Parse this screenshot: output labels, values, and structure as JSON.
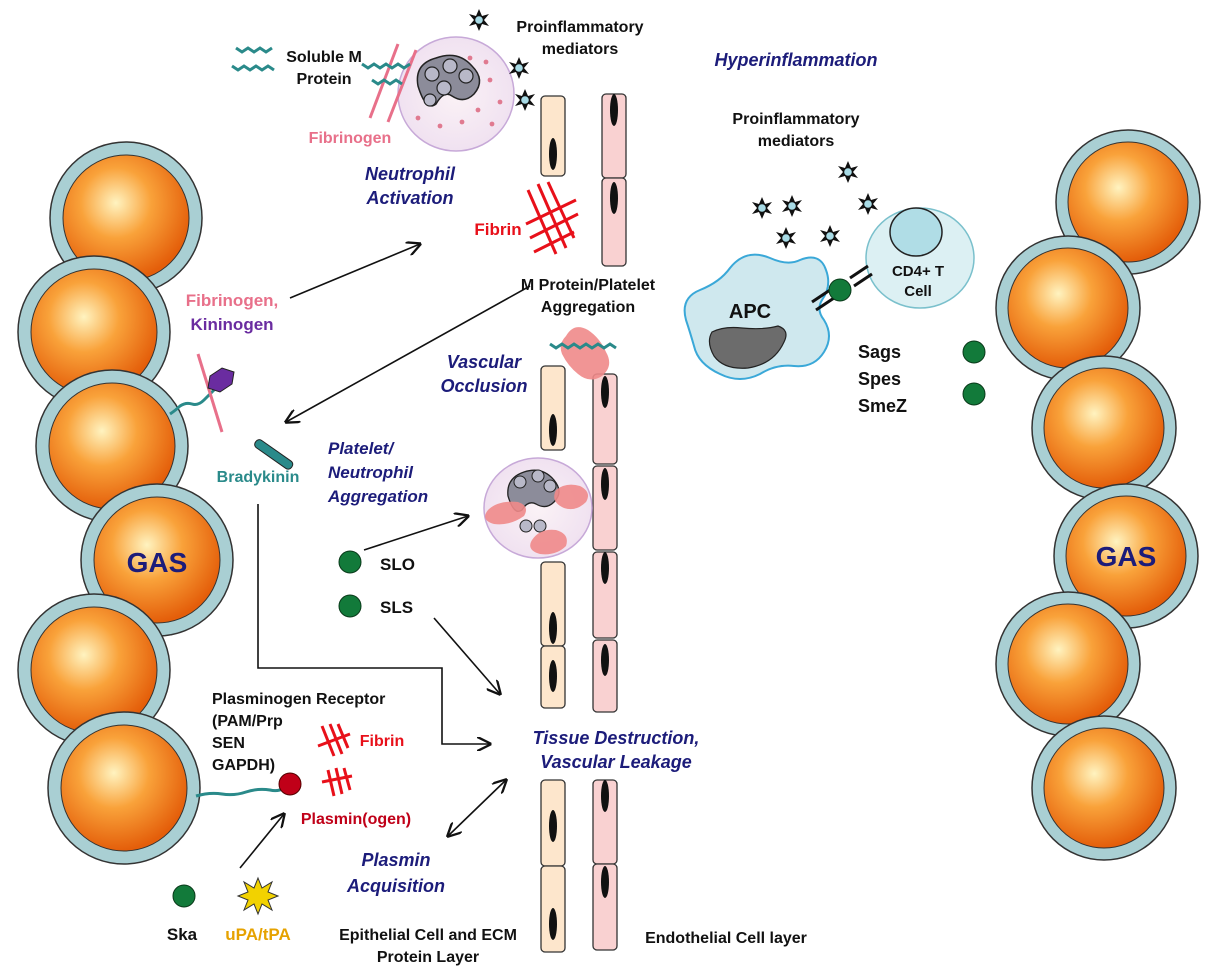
{
  "labels": {
    "soluble_m_protein_1": "Soluble M",
    "soluble_m_protein_2": "Protein",
    "fibrinogen_top": "Fibrinogen",
    "proinflammatory_top_1": "Proinflammatory",
    "proinflammatory_top_2": "mediators",
    "hyperinflammation": "Hyperinflammation",
    "proinflammatory_right_1": "Proinflammatory",
    "proinflammatory_right_2": "mediators",
    "neutrophil_activation_1": "Neutrophil",
    "neutrophil_activation_2": "Activation",
    "fibrin_top": "Fibrin",
    "m_protein_platelet_1": "M Protein/Platelet",
    "m_protein_platelet_2": "Aggregation",
    "fibrinogen_kininogen_1": "Fibrinogen,",
    "fibrinogen_kininogen_2": "Kininogen",
    "vascular_occlusion_1": "Vascular",
    "vascular_occlusion_2": "Occlusion",
    "bradykinin": "Bradykinin",
    "platelet_neutrophil_1": "Platelet/",
    "platelet_neutrophil_2": "Neutrophil",
    "platelet_neutrophil_3": "Aggregation",
    "apc": "APC",
    "cd4_1": "CD4+ T",
    "cd4_2": "Cell",
    "sags": "Sags",
    "spes": "Spes",
    "smez": "SmeZ",
    "gas_left": "GAS",
    "gas_right": "GAS",
    "slo": "SLO",
    "sls": "SLS",
    "plasminogen_receptor_1": "Plasminogen Receptor",
    "plasminogen_receptor_2": "(PAM/Prp",
    "plasminogen_receptor_3": "SEN",
    "plasminogen_receptor_4": "GAPDH)",
    "fibrin_bottom": "Fibrin",
    "plasminogen": "Plasmin(ogen)",
    "tissue_destruction_1": "Tissue Destruction,",
    "tissue_destruction_2": "Vascular Leakage",
    "plasmin_acquisition_1": "Plasmin",
    "plasmin_acquisition_2": "Acquisition",
    "ska": "Ska",
    "upa_tpa": "uPA/tPA",
    "epithelial_1": "Epithelial Cell and ECM",
    "epithelial_2": "Protein Layer",
    "endothelial": "Endothelial Cell layer"
  },
  "colors": {
    "gas_orange": "#f47d12",
    "gas_ring": "#a9cfd3",
    "navy_text": "#1c1c7a",
    "fibrinogen_pink": "#e8708a",
    "kininogen_purple": "#6a2ca0",
    "bradykinin_teal": "#2a8a8a",
    "fibrin_red": "#e8101a",
    "plasmin_red": "#c00018",
    "upa_gold": "#e6a200",
    "green_dot": "#127a3a",
    "epithelial_fill": "#fde6cc",
    "endothelial_fill": "#f9d1d1",
    "apc_fill": "#cfe8ee",
    "apc_stroke": "#3aa8d8"
  },
  "icons": [
    "gas-bacterium-icon",
    "neutrophil-icon",
    "mediator-star-icon",
    "m-protein-icon",
    "fibrin-mesh-icon",
    "platelet-icon",
    "apc-cell-icon",
    "cd4-t-cell-icon",
    "superantigen-icon",
    "kininogen-icon",
    "bradykinin-icon",
    "receptor-icon",
    "upa-burst-icon"
  ]
}
